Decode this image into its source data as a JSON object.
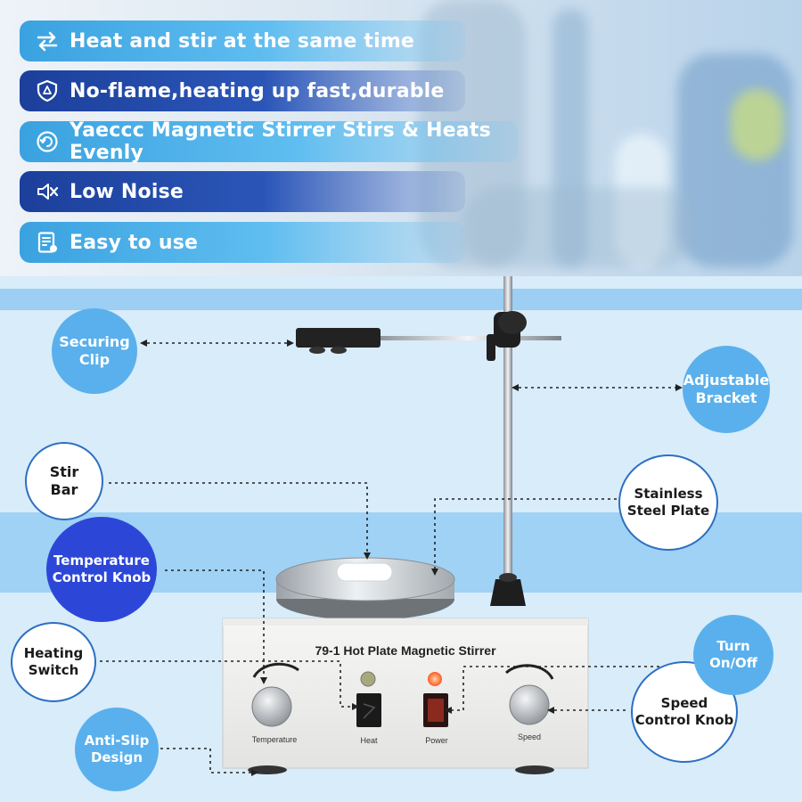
{
  "features": [
    {
      "icon": "swap-arrows-icon",
      "text": "Heat and stir at the same time",
      "style": "light"
    },
    {
      "icon": "shield-icon",
      "text": "No-flame,heating up fast,durable",
      "style": "dark"
    },
    {
      "icon": "refresh-icon",
      "text": "Yaeccc Magnetic Stirrer Stirs & Heats Evenly",
      "style": "light"
    },
    {
      "icon": "mute-speaker-icon",
      "text": "Low Noise",
      "style": "dark"
    },
    {
      "icon": "document-icon",
      "text": "Easy to use",
      "style": "light"
    }
  ],
  "callouts": {
    "securing_clip": "Securing\nClip",
    "adjustable_bracket": "Adjustable\nBracket",
    "stir_bar": "Stir\nBar",
    "stainless_steel_plate": "Stainless\nSteel Plate",
    "temperature_control_knob": "Temperature\nControl Knob",
    "heating_switch": "Heating\nSwitch",
    "turn_on_off": "Turn\nOn/Off",
    "speed_control_knob": "Speed\nControl Knob",
    "anti_slip_design": "Anti-Slip\nDesign"
  },
  "device": {
    "model_label": "79-1 Hot Plate Magnetic Stirrer",
    "temperature_label": "Temperature",
    "heat_label": "Heat",
    "power_label": "Power",
    "speed_label": "Speed"
  },
  "colors": {
    "light_banner": "#3aa2e0",
    "dark_banner": "#1c3f9b",
    "callout_blue": "#5ab0ec",
    "callout_deep": "#2c47d8",
    "power_lamp": "#ff6a2a"
  }
}
